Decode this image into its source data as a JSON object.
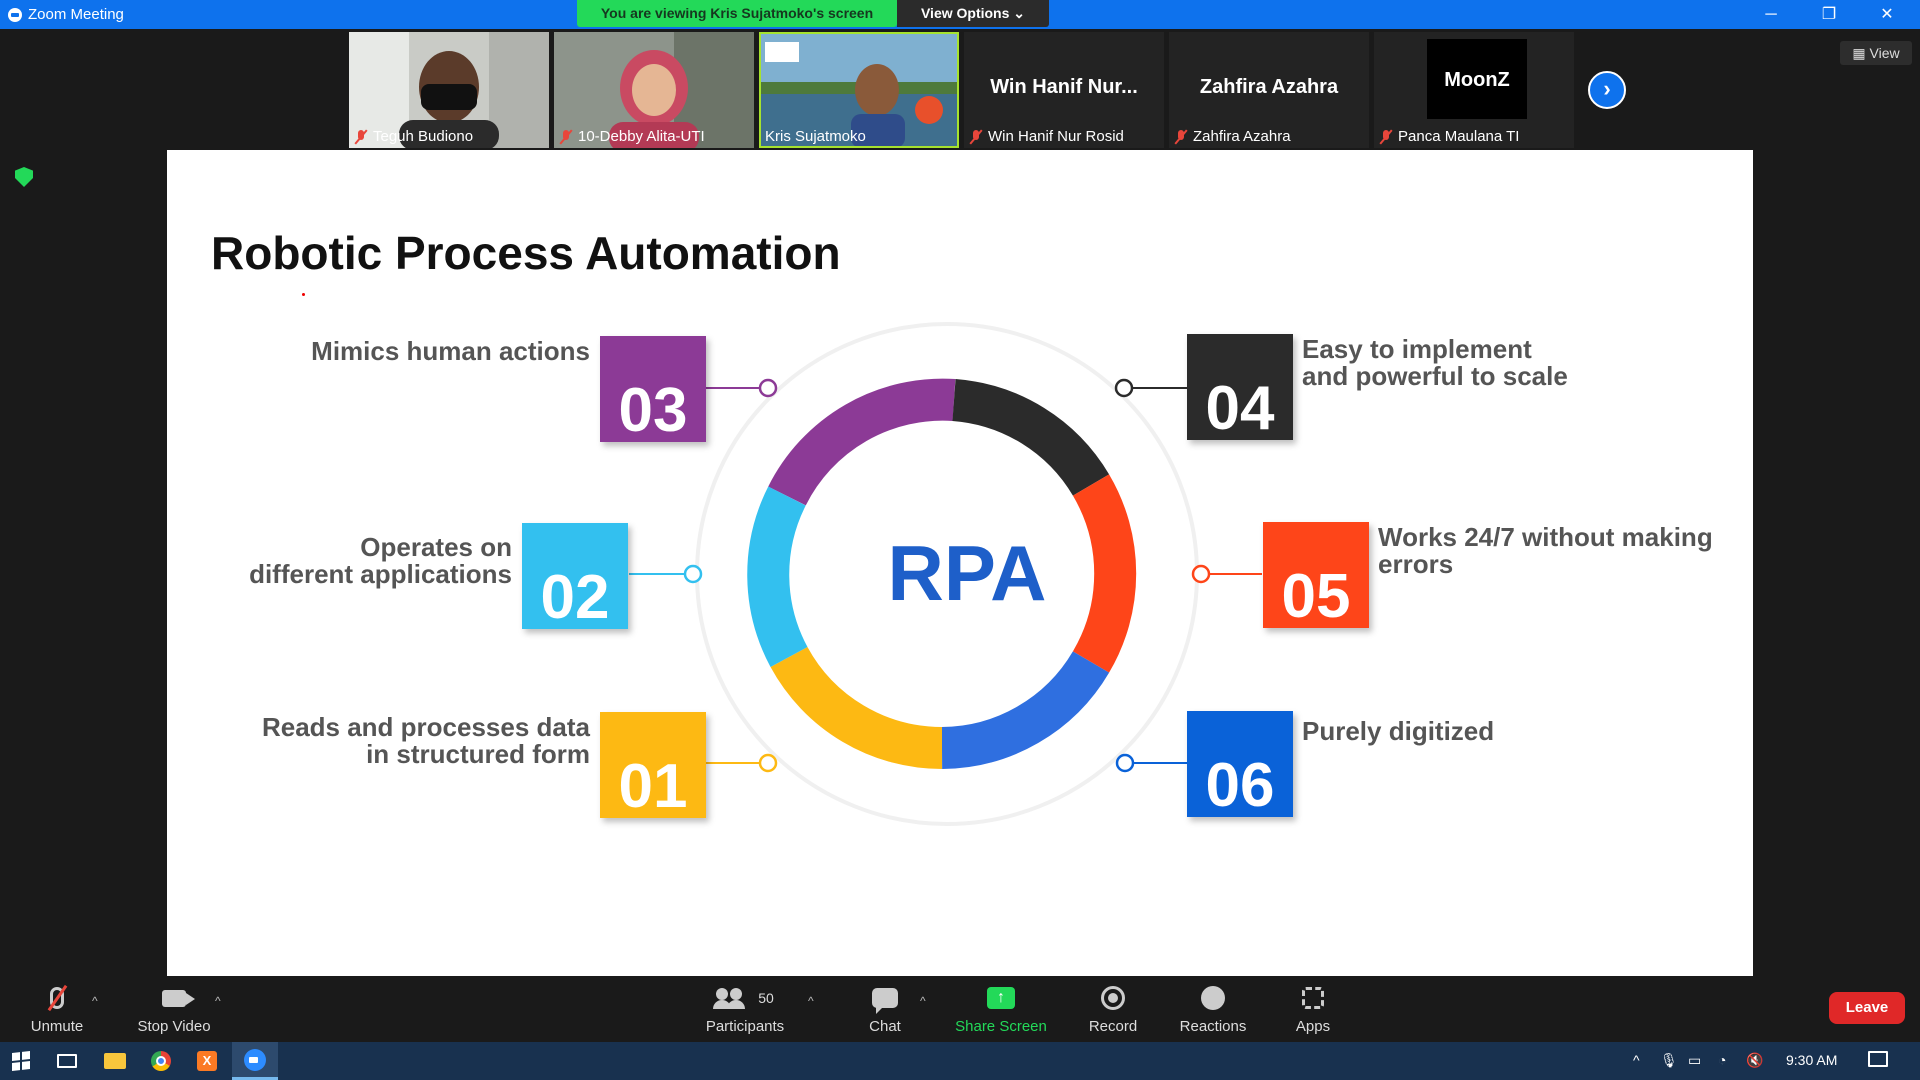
{
  "window": {
    "title": "Zoom Meeting",
    "viewing_banner": "You are viewing Kris Sujatmoko's screen",
    "view_options": "View Options",
    "view_options_caret": "⌄",
    "minimize": "─",
    "restore": "❐",
    "close": "✕"
  },
  "participants_strip": [
    {
      "name": "Teguh Budiono",
      "video": true,
      "muted": true,
      "bg": "#b8bab5"
    },
    {
      "name": "10-Debby Alita-UTI",
      "video": true,
      "muted": true,
      "bg": "#9ea39a"
    },
    {
      "name": "Kris Sujatmoko",
      "video": true,
      "muted": false,
      "bg": "#5d8fb0"
    },
    {
      "name": "Win Hanif Nur Rosid",
      "display": "Win Hanif Nur...",
      "video": false,
      "muted": true
    },
    {
      "name": "Zahfira Azahra",
      "display": "Zahfira Azahra",
      "video": false,
      "muted": true
    },
    {
      "name": "Panca Maulana TI",
      "display": "MoonZ",
      "video": false,
      "muted": true
    }
  ],
  "view_button": "View",
  "slide": {
    "title": "Robotic Process Automation",
    "center_label": "RPA",
    "items": [
      {
        "num": "01",
        "text_line1": "Reads and processes data",
        "text_line2": "in structured form",
        "color": "#fdb913"
      },
      {
        "num": "02",
        "text_line1": "Operates on",
        "text_line2": "different applications",
        "color": "#33c0ef"
      },
      {
        "num": "03",
        "text_line1": "Mimics human actions",
        "text_line2": "",
        "color": "#8c3a96"
      },
      {
        "num": "04",
        "text_line1": "Easy to implement",
        "text_line2": "and powerful to scale",
        "color": "#2b2b2b"
      },
      {
        "num": "05",
        "text_line1": "Works 24/7 without making",
        "text_line2": "errors",
        "color": "#fe4519"
      },
      {
        "num": "06",
        "text_line1": "Purely digitized",
        "text_line2": "",
        "color": "#0a62d8"
      }
    ]
  },
  "toolbar": {
    "unmute": "Unmute",
    "stop_video": "Stop Video",
    "participants": "Participants",
    "participant_count": "50",
    "chat": "Chat",
    "share_screen": "Share Screen",
    "share_icon": "↑",
    "record": "Record",
    "reactions": "Reactions",
    "apps": "Apps",
    "leave": "Leave",
    "caret": "^"
  },
  "taskbar": {
    "time": "9:30 AM",
    "xampp_letter": "X",
    "tray_up": "^",
    "tray_mic": "🎙",
    "tray_battery": "▭",
    "tray_wifi": "◔",
    "tray_volume": "🔇"
  }
}
